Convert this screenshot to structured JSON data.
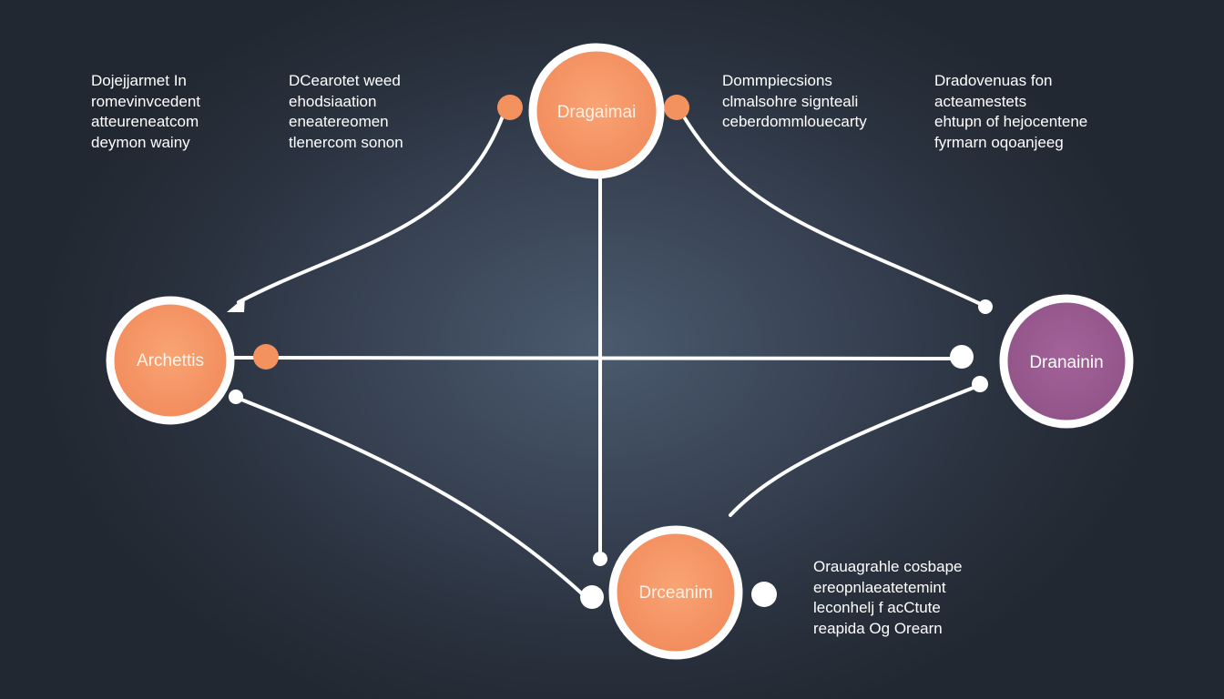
{
  "colors": {
    "node_orange": "#f4925f",
    "node_purple": "#9a5a8e",
    "node_ring": "#ffffff",
    "connector": "#ffffff",
    "label_on_orange": "#fff3ea",
    "label_on_purple": "#ffffff"
  },
  "nodes": {
    "top": {
      "label": "Dragaimai",
      "color": "orange"
    },
    "left": {
      "label": "Archettis",
      "color": "orange"
    },
    "right": {
      "label": "Dranainin",
      "color": "purple"
    },
    "bottom": {
      "label": "Drceanim",
      "color": "orange"
    }
  },
  "notes": {
    "note_1": [
      "Dojejjarmet In",
      "romevinvcedent",
      "atteureneatcom",
      "deymon wainy"
    ],
    "note_2": [
      "DCearotet weed",
      "ehodsiaation",
      "eneatereomen",
      "tlenercom sonon"
    ],
    "note_3": [
      "Dommpiecsions",
      "clmalsohre signteali",
      "ceberdommlouecarty"
    ],
    "note_4": [
      "Dradovenuas fon",
      "acteamestets",
      "ehtupn of hejocentene",
      "fyrmarn oqoanjeeg"
    ],
    "note_5": [
      "Orauagrahle cosbape",
      "ereopnlaeatetemint",
      "leconhelj f acCtute",
      "reapida Og Orearn"
    ]
  }
}
